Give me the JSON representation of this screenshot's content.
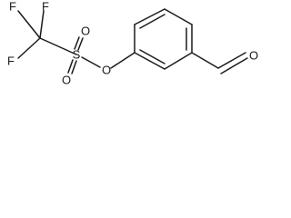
{
  "molecule": {
    "atoms": {
      "f1": "F",
      "f2": "F",
      "f3": "F",
      "s": "S",
      "o_sulfonyl_top": "O",
      "o_sulfonyl_bottom": "O",
      "o_ester": "O",
      "o_aldehyde": "O"
    }
  },
  "colors": {
    "bond": "#1a1a1a",
    "background": "#ffffff"
  }
}
